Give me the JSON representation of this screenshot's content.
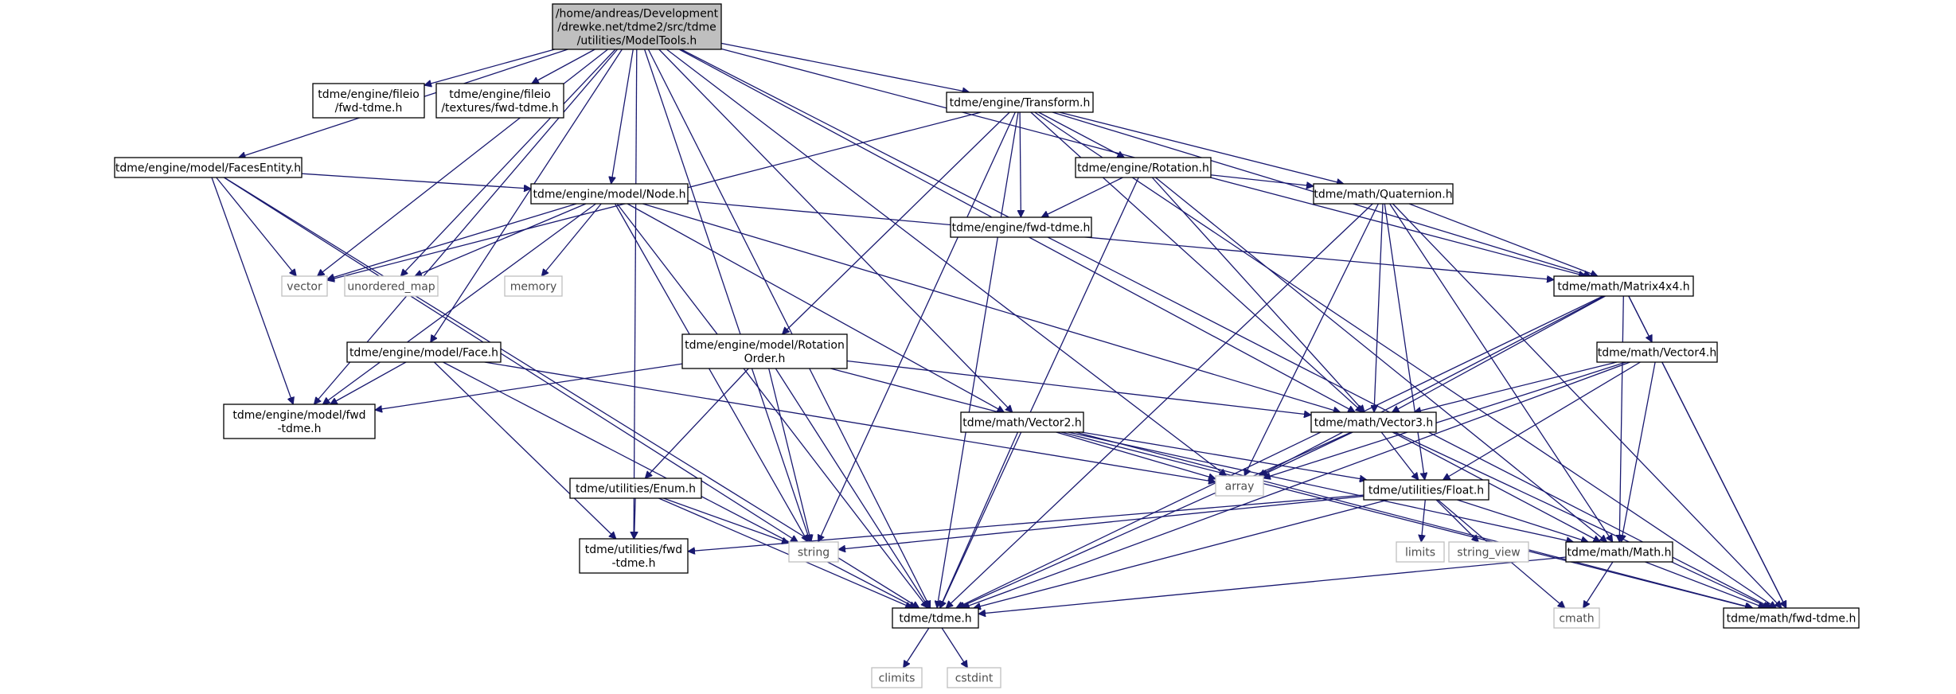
{
  "graph": {
    "title_lines": [
      "/home/andreas/Development",
      "/drewke.net/tdme2/src/tdme",
      "/utilities/ModelTools.h"
    ],
    "colors": {
      "edge": "#191970",
      "root_fill": "#bfbfbf",
      "node_border": "#000000",
      "system_border": "#bfbfbf",
      "system_text": "#4d4d4d"
    },
    "nodes": [
      {
        "id": "root",
        "lines": [
          "/home/andreas/Development",
          "/drewke.net/tdme2/src/tdme",
          "/utilities/ModelTools.h"
        ],
        "kind": "root"
      },
      {
        "id": "fileio_fwd",
        "lines": [
          "tdme/engine/fileio",
          "/fwd-tdme.h"
        ],
        "kind": "local"
      },
      {
        "id": "textures_fwd",
        "lines": [
          "tdme/engine/fileio",
          "/textures/fwd-tdme.h"
        ],
        "kind": "local"
      },
      {
        "id": "transform",
        "lines": [
          "tdme/engine/Transform.h"
        ],
        "kind": "local"
      },
      {
        "id": "facesentity",
        "lines": [
          "tdme/engine/model/FacesEntity.h"
        ],
        "kind": "local"
      },
      {
        "id": "rotation",
        "lines": [
          "tdme/engine/Rotation.h"
        ],
        "kind": "local"
      },
      {
        "id": "engine_fwd",
        "lines": [
          "tdme/engine/fwd-tdme.h"
        ],
        "kind": "local"
      },
      {
        "id": "quaternion",
        "lines": [
          "tdme/math/Quaternion.h"
        ],
        "kind": "local"
      },
      {
        "id": "node",
        "lines": [
          "tdme/engine/model/Node.h"
        ],
        "kind": "local"
      },
      {
        "id": "vector",
        "lines": [
          "vector"
        ],
        "kind": "system"
      },
      {
        "id": "unordered_map",
        "lines": [
          "unordered_map"
        ],
        "kind": "system"
      },
      {
        "id": "memory",
        "lines": [
          "memory"
        ],
        "kind": "system"
      },
      {
        "id": "matrix4x4",
        "lines": [
          "tdme/math/Matrix4x4.h"
        ],
        "kind": "local"
      },
      {
        "id": "face",
        "lines": [
          "tdme/engine/model/Face.h"
        ],
        "kind": "local"
      },
      {
        "id": "rotationorder",
        "lines": [
          "tdme/engine/model/Rotation",
          "Order.h"
        ],
        "kind": "local"
      },
      {
        "id": "vector4",
        "lines": [
          "tdme/math/Vector4.h"
        ],
        "kind": "local"
      },
      {
        "id": "model_fwd",
        "lines": [
          "tdme/engine/model/fwd",
          "-tdme.h"
        ],
        "kind": "local"
      },
      {
        "id": "vector2",
        "lines": [
          "tdme/math/Vector2.h"
        ],
        "kind": "local"
      },
      {
        "id": "vector3",
        "lines": [
          "tdme/math/Vector3.h"
        ],
        "kind": "local"
      },
      {
        "id": "array",
        "lines": [
          "array"
        ],
        "kind": "system"
      },
      {
        "id": "enum",
        "lines": [
          "tdme/utilities/Enum.h"
        ],
        "kind": "local"
      },
      {
        "id": "float",
        "lines": [
          "tdme/utilities/Float.h"
        ],
        "kind": "local"
      },
      {
        "id": "utilities_fwd",
        "lines": [
          "tdme/utilities/fwd",
          "-tdme.h"
        ],
        "kind": "local"
      },
      {
        "id": "string",
        "lines": [
          "string"
        ],
        "kind": "system"
      },
      {
        "id": "limits",
        "lines": [
          "limits"
        ],
        "kind": "system"
      },
      {
        "id": "string_view",
        "lines": [
          "string_view"
        ],
        "kind": "system"
      },
      {
        "id": "math",
        "lines": [
          "tdme/math/Math.h"
        ],
        "kind": "local"
      },
      {
        "id": "tdme",
        "lines": [
          "tdme/tdme.h"
        ],
        "kind": "local"
      },
      {
        "id": "cmath",
        "lines": [
          "cmath"
        ],
        "kind": "system"
      },
      {
        "id": "math_fwd",
        "lines": [
          "tdme/math/fwd-tdme.h"
        ],
        "kind": "local"
      },
      {
        "id": "climits",
        "lines": [
          "climits"
        ],
        "kind": "system"
      },
      {
        "id": "cstdint",
        "lines": [
          "cstdint"
        ],
        "kind": "system"
      }
    ],
    "edges": [
      [
        "root",
        "fileio_fwd"
      ],
      [
        "root",
        "textures_fwd"
      ],
      [
        "root",
        "transform"
      ],
      [
        "root",
        "facesentity"
      ],
      [
        "root",
        "node"
      ],
      [
        "root",
        "face"
      ],
      [
        "root",
        "vector"
      ],
      [
        "root",
        "unordered_map"
      ],
      [
        "root",
        "matrix4x4"
      ],
      [
        "root",
        "vector3"
      ],
      [
        "root",
        "vector2"
      ],
      [
        "root",
        "array"
      ],
      [
        "root",
        "string"
      ],
      [
        "root",
        "model_fwd"
      ],
      [
        "root",
        "utilities_fwd"
      ],
      [
        "root",
        "tdme"
      ],
      [
        "root",
        "math_fwd"
      ],
      [
        "transform",
        "rotation"
      ],
      [
        "transform",
        "engine_fwd"
      ],
      [
        "transform",
        "quaternion"
      ],
      [
        "transform",
        "matrix4x4"
      ],
      [
        "transform",
        "vector3"
      ],
      [
        "transform",
        "rotationorder"
      ],
      [
        "transform",
        "vector"
      ],
      [
        "transform",
        "string"
      ],
      [
        "transform",
        "tdme"
      ],
      [
        "transform",
        "math_fwd"
      ],
      [
        "facesentity",
        "node"
      ],
      [
        "facesentity",
        "vector"
      ],
      [
        "facesentity",
        "model_fwd"
      ],
      [
        "facesentity",
        "string"
      ],
      [
        "facesentity",
        "tdme"
      ],
      [
        "rotation",
        "engine_fwd"
      ],
      [
        "rotation",
        "quaternion"
      ],
      [
        "rotation",
        "vector3"
      ],
      [
        "rotation",
        "math"
      ],
      [
        "rotation",
        "tdme"
      ],
      [
        "quaternion",
        "matrix4x4"
      ],
      [
        "quaternion",
        "vector3"
      ],
      [
        "quaternion",
        "float"
      ],
      [
        "quaternion",
        "math"
      ],
      [
        "quaternion",
        "array"
      ],
      [
        "quaternion",
        "tdme"
      ],
      [
        "quaternion",
        "math_fwd"
      ],
      [
        "node",
        "vector"
      ],
      [
        "node",
        "unordered_map"
      ],
      [
        "node",
        "memory"
      ],
      [
        "node",
        "matrix4x4"
      ],
      [
        "node",
        "vector2"
      ],
      [
        "node",
        "vector3"
      ],
      [
        "node",
        "model_fwd"
      ],
      [
        "node",
        "string"
      ],
      [
        "node",
        "tdme"
      ],
      [
        "matrix4x4",
        "vector4"
      ],
      [
        "matrix4x4",
        "vector3"
      ],
      [
        "matrix4x4",
        "math"
      ],
      [
        "matrix4x4",
        "array"
      ],
      [
        "matrix4x4",
        "tdme"
      ],
      [
        "matrix4x4",
        "math_fwd"
      ],
      [
        "face",
        "model_fwd"
      ],
      [
        "face",
        "array"
      ],
      [
        "face",
        "utilities_fwd"
      ],
      [
        "face",
        "tdme"
      ],
      [
        "rotationorder",
        "model_fwd"
      ],
      [
        "rotationorder",
        "vector3"
      ],
      [
        "rotationorder",
        "enum"
      ],
      [
        "rotationorder",
        "string"
      ],
      [
        "rotationorder",
        "tdme"
      ],
      [
        "rotationorder",
        "math_fwd"
      ],
      [
        "vector4",
        "vector3"
      ],
      [
        "vector4",
        "float"
      ],
      [
        "vector4",
        "math"
      ],
      [
        "vector4",
        "array"
      ],
      [
        "vector4",
        "tdme"
      ],
      [
        "vector4",
        "math_fwd"
      ],
      [
        "vector2",
        "float"
      ],
      [
        "vector2",
        "math"
      ],
      [
        "vector2",
        "array"
      ],
      [
        "vector2",
        "tdme"
      ],
      [
        "vector2",
        "math_fwd"
      ],
      [
        "vector3",
        "float"
      ],
      [
        "vector3",
        "math"
      ],
      [
        "vector3",
        "array"
      ],
      [
        "vector3",
        "tdme"
      ],
      [
        "vector3",
        "math_fwd"
      ],
      [
        "enum",
        "utilities_fwd"
      ],
      [
        "enum",
        "string"
      ],
      [
        "enum",
        "tdme"
      ],
      [
        "float",
        "utilities_fwd"
      ],
      [
        "float",
        "math"
      ],
      [
        "float",
        "string"
      ],
      [
        "float",
        "limits"
      ],
      [
        "float",
        "string_view"
      ],
      [
        "float",
        "cmath"
      ],
      [
        "float",
        "tdme"
      ],
      [
        "math",
        "cmath"
      ],
      [
        "math",
        "tdme"
      ],
      [
        "math",
        "math_fwd"
      ],
      [
        "tdme",
        "climits"
      ],
      [
        "tdme",
        "cstdint"
      ]
    ]
  }
}
